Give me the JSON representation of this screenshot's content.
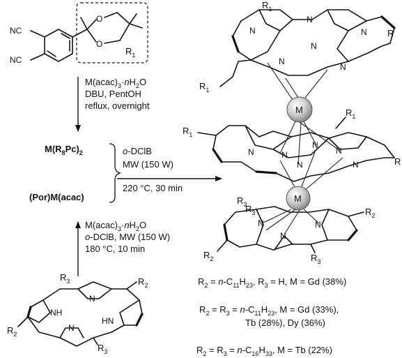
{
  "top_reactant": {
    "cn_labels": [
      "NC",
      "NC"
    ],
    "oxygen_labels": [
      "O",
      "O"
    ],
    "r1": "R",
    "r1_sub": "1"
  },
  "conditions_top": {
    "line1_pre": "M(acac)",
    "line1_sub": "3",
    "line1_dot": "·",
    "line1_n": "n",
    "line1_h": "H",
    "line1_sub2": "2",
    "line1_o": "O",
    "line2": "DBU, PentOH",
    "line3": "reflux, overnight"
  },
  "intermediates": {
    "pc_complex_pre": "M(R",
    "pc_complex_sub": "8",
    "pc_complex_mid": "Pc)",
    "pc_complex_sub2": "2",
    "por_complex": "(Por)M(acac)"
  },
  "conditions_mid": {
    "line1_italic": "o",
    "line1_rest": "-DClB",
    "line2": "MW (150 W)",
    "line3": "220 °C, 30 min"
  },
  "conditions_bottom": {
    "line1_pre": "M(acac)",
    "line1_sub": "3",
    "line1_dot": "·",
    "line1_n": "n",
    "line1_h": "H",
    "line1_sub2": "2",
    "line1_o": "O",
    "line2_italic": "o",
    "line2_rest": "-DClB, MW (150 W)",
    "line3": "180 °C, 10 min"
  },
  "porphyrin": {
    "nh_labels": [
      "NH",
      "HN"
    ],
    "n_labels": [
      "N",
      "N"
    ],
    "r2": "R",
    "r2_sub": "2",
    "r3": "R",
    "r3_sub": "3"
  },
  "product": {
    "metal": "M",
    "r1": "R",
    "r1_sub": "1",
    "r2": "R",
    "r2_sub": "2",
    "r3": "R",
    "r3_sub": "3",
    "n": "N",
    "r_cut": "R"
  },
  "results": [
    {
      "pre": "R",
      "s1": "2",
      "mid1": " = ",
      "ital": "n",
      "mid2": "-C",
      "s2": "11",
      "mid3": "H",
      "s3": "23",
      "rest": ", R",
      "s4": "3",
      "tail": " = H, M = Gd (38%)"
    },
    {
      "pre": "R",
      "s1": "2",
      "mid1": " = R",
      "s1b": "3",
      "mid1b": " = ",
      "ital": "n",
      "mid2": "-C",
      "s2": "11",
      "mid3": "H",
      "s3": "23",
      "tail": ", M = Gd (33%),",
      "line2": "Tb (28%), Dy (36%)"
    },
    {
      "pre": "R",
      "s1": "2",
      "mid1": " = R",
      "s1b": "3",
      "mid1b": " = ",
      "ital": "n",
      "mid2": "-C",
      "s2": "16",
      "mid3": "H",
      "s3": "33",
      "tail": ", M = Tb (22%)"
    }
  ]
}
